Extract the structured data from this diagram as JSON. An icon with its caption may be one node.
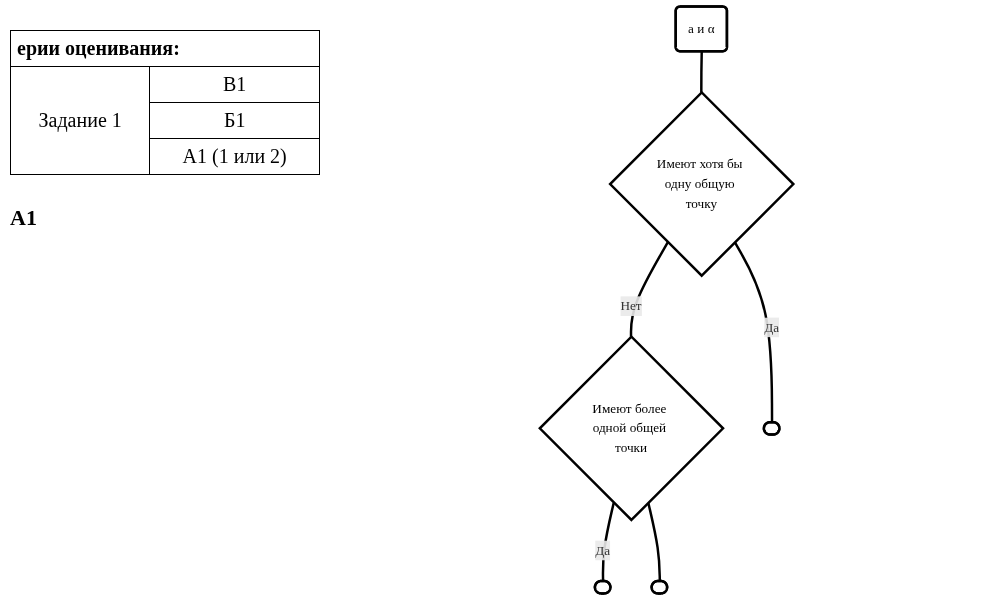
{
  "diagram": {
    "nodes": [
      {
        "text": [
          "а и α"
        ]
      },
      {
        "text": [
          "Имеют хотя бы одну общую точку"
        ]
      },
      {
        "text": [
          "Имеют более одной общей точки"
        ]
      },
      {
        "text": [],
        "shape": "box"
      },
      {
        "text": [],
        "shape": "box"
      },
      {
        "text": [],
        "shape": "box"
      }
    ],
    "edges": [
      {
        "from": 0,
        "to": 1,
        "arrow": "none"
      },
      {
        "from": 1,
        "to": 3,
        "arrow": "none",
        "label": "Да"
      },
      {
        "from": 1,
        "to": 2,
        "arrow": "none",
        "label": "Нет"
      },
      {
        "from": 2,
        "to": 4,
        "arrow": "none",
        "label": "Да"
      },
      {
        "from": 2,
        "to": 5,
        "arrow": "none"
      }
    ],
    "labels": [
      "ерии оценивания:",
      "Задание 1",
      "В1",
      "Б1",
      "А1 (1 или 2)",
      "А1"
    ]
  }
}
